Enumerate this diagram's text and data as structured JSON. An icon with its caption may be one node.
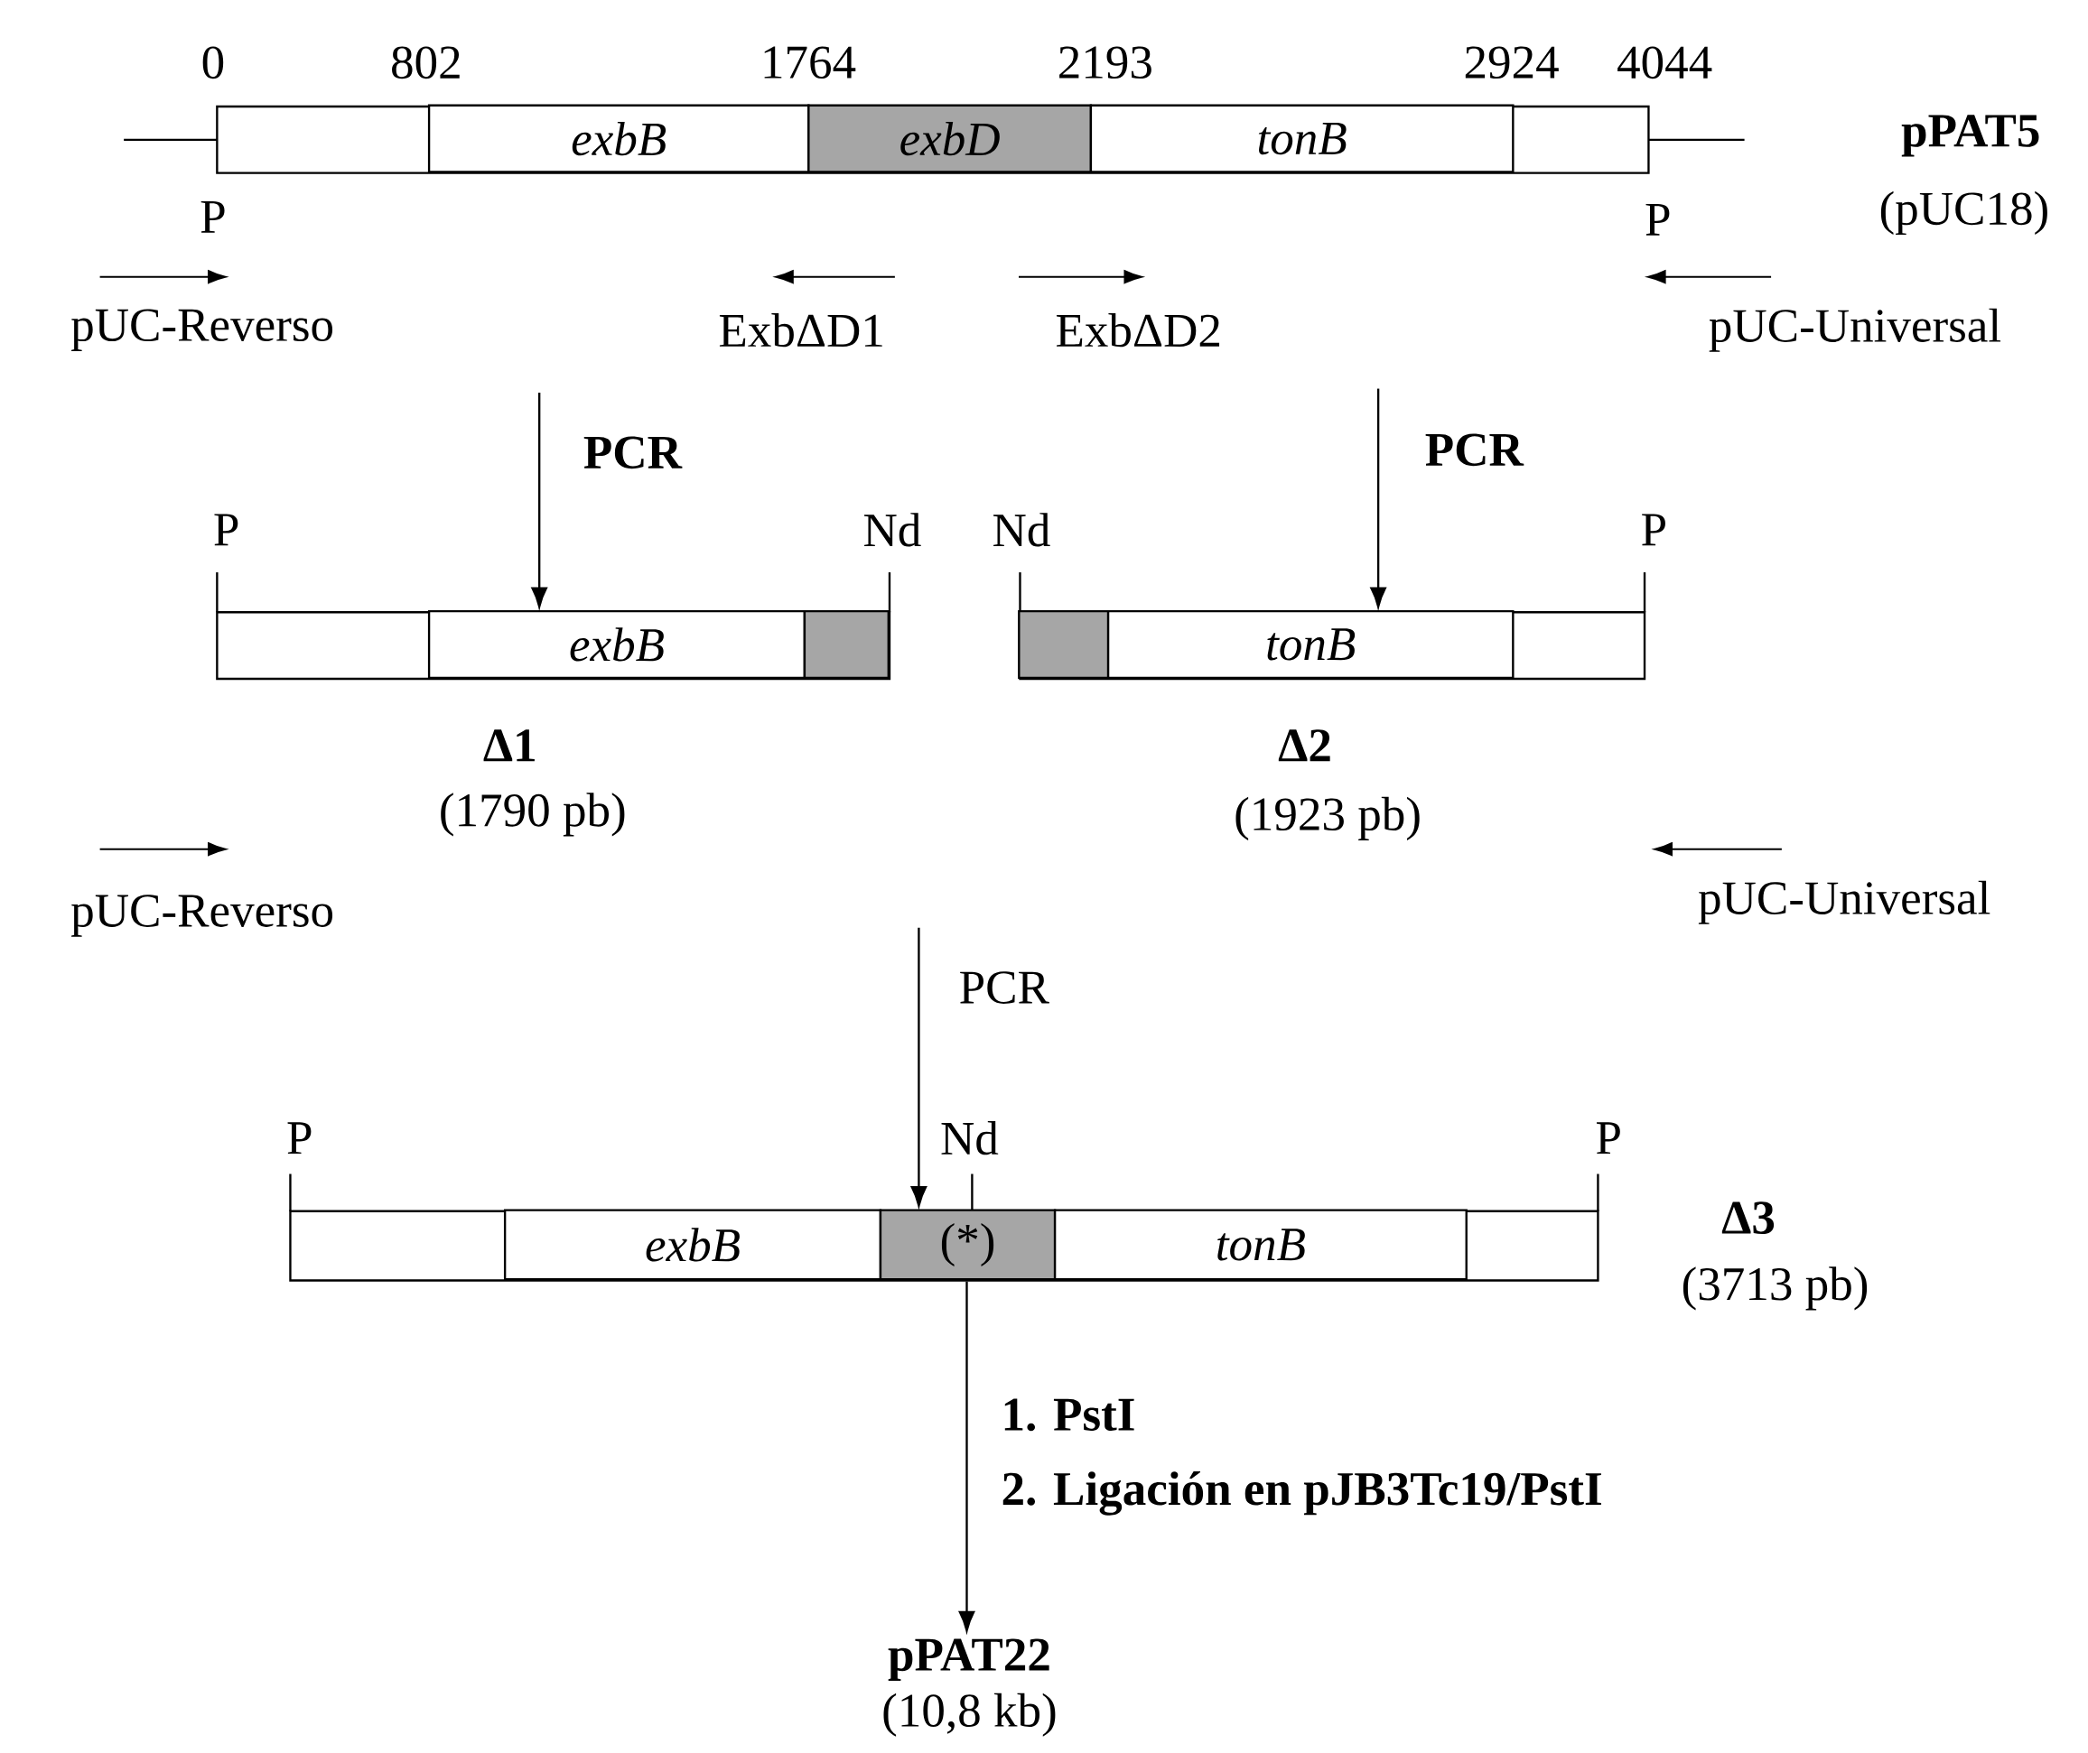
{
  "diagram": {
    "nodes": [
      {
        "text": [],
        "shape": "bar",
        "beside": [
          "pPAT5",
          "(pUC18)"
        ]
      },
      {
        "text": [
          "exbB"
        ],
        "in": 0
      },
      {
        "text": [
          "exbD"
        ],
        "in": 0
      },
      {
        "text": [
          "tonB"
        ],
        "in": 0
      },
      {
        "text": [],
        "shape": "bar",
        "beside": [
          "Δ1",
          "(1790 pb)"
        ]
      },
      {
        "text": [
          "exbB"
        ],
        "in": 4
      },
      {
        "text": [],
        "shape": "box",
        "in": 4,
        "beside": [
          "Nd"
        ]
      },
      {
        "text": [],
        "shape": "bar",
        "beside": [
          "Δ2",
          "(1923 pb)"
        ]
      },
      {
        "text": [],
        "shape": "box",
        "in": 7,
        "beside": [
          "Nd"
        ]
      },
      {
        "text": [
          "tonB"
        ],
        "in": 7
      },
      {
        "text": [],
        "shape": "bar",
        "beside": [
          "Δ3",
          "(3713 pb)"
        ]
      },
      {
        "text": [
          "exbB"
        ],
        "in": 10
      },
      {
        "text": [
          "(*)"
        ],
        "in": 10,
        "beside": [
          "Nd"
        ]
      },
      {
        "text": [
          "tonB"
        ],
        "in": 10
      },
      {
        "text": [
          "pPAT22",
          "(10,8 kb)"
        ]
      }
    ],
    "edges": [
      {
        "from": null,
        "to": 4,
        "arrow": "to",
        "label": "PCR"
      },
      {
        "from": null,
        "to": 7,
        "arrow": "to",
        "label": "PCR"
      },
      {
        "from": null,
        "to": 10,
        "arrow": "to",
        "label": "PCR"
      },
      {
        "from": 10,
        "to": 14,
        "arrow": "to",
        "label": "1. PstI"
      }
    ],
    "labels": [
      "0",
      "802",
      "1764",
      "2193",
      "2924",
      "4044",
      "P",
      "P",
      "pUC-Reverso",
      "ExbΔD1",
      "ExbΔD2",
      "pUC-Universal",
      "P",
      "P",
      "pUC-Reverso",
      "pUC-Universal",
      "P",
      "P",
      "2. Ligación en pJB3Tc19/PstI"
    ]
  }
}
